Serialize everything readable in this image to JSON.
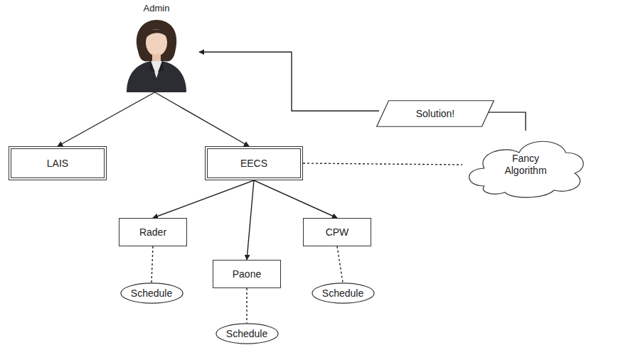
{
  "diagram": {
    "nodes": [
      {
        "text": [
          "Admin"
        ]
      },
      {
        "text": [
          "LAIS"
        ]
      },
      {
        "text": [
          "EECS"
        ]
      },
      {
        "text": [
          "Solution!"
        ]
      },
      {
        "text": [
          "Fancy Algorithm"
        ]
      },
      {
        "text": [
          "Rader"
        ]
      },
      {
        "text": [
          "Paone"
        ]
      },
      {
        "text": [
          "CPW"
        ]
      },
      {
        "text": [
          "Schedule"
        ]
      },
      {
        "text": [
          "Schedule"
        ]
      },
      {
        "text": [
          "Schedule"
        ]
      }
    ],
    "edges": [
      {
        "from": 0,
        "to": 1,
        "arrow": "to"
      },
      {
        "from": 0,
        "to": 2,
        "arrow": "to"
      },
      {
        "from": 2,
        "to": 5,
        "arrow": "to"
      },
      {
        "from": 2,
        "to": 6,
        "arrow": "to"
      },
      {
        "from": 2,
        "to": 7,
        "arrow": "to"
      },
      {
        "from": 5,
        "to": 8,
        "arrow": "none"
      },
      {
        "from": 6,
        "to": 9,
        "arrow": "none"
      },
      {
        "from": 7,
        "to": 10,
        "arrow": "none"
      },
      {
        "from": 2,
        "to": 4,
        "arrow": "none"
      },
      {
        "from": 4,
        "to": 3,
        "arrow": "none"
      },
      {
        "from": 3,
        "to": 0,
        "arrow": "to"
      }
    ]
  }
}
